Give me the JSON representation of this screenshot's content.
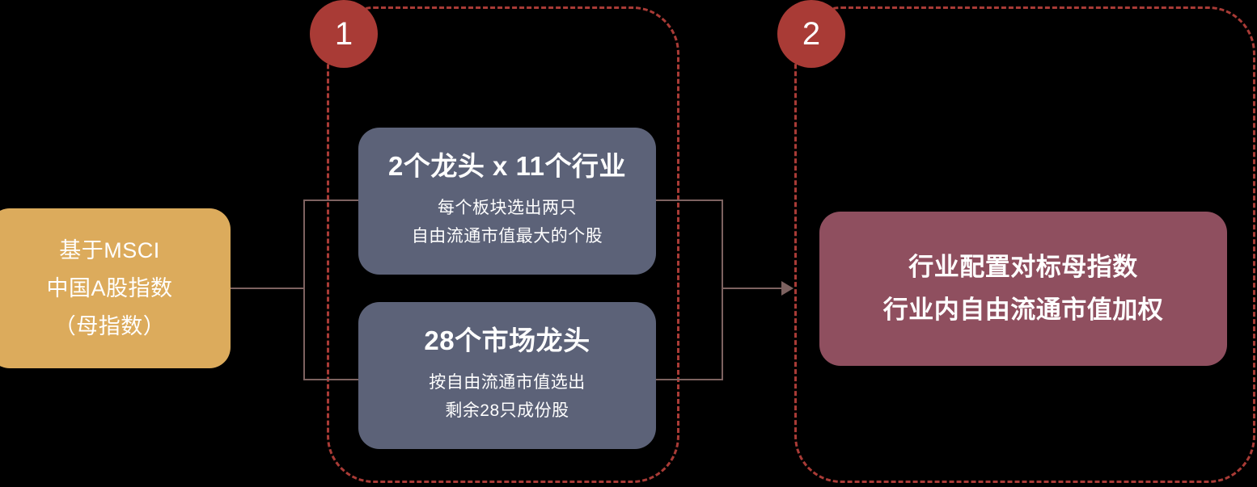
{
  "diagram": {
    "title": "MSCI China A Index thematic selection flow",
    "colors": {
      "background": "#000000",
      "source_box": "#dcab5c",
      "step_box": "#5c6278",
      "result_box": "#8f4f5f",
      "badge": "#a93b36",
      "dashed_border": "#a93b36",
      "connector": "#7d6260",
      "text": "#ffffff"
    },
    "source": {
      "lines": [
        "基于MSCI",
        "中国A股指数",
        "（母指数）"
      ]
    },
    "steps": [
      {
        "title": "2个龙头 x 11个行业",
        "subtitle_lines": [
          "每个板块选出两只",
          "自由流通市值最大的个股"
        ]
      },
      {
        "title": "28个市场龙头",
        "subtitle_lines": [
          "按自由流通市值选出",
          "剩余28只成份股"
        ]
      }
    ],
    "result": {
      "lines": [
        "行业配置对标母指数",
        "行业内自由流通市值加权"
      ]
    },
    "badges": [
      {
        "label": "1"
      },
      {
        "label": "2"
      }
    ]
  }
}
